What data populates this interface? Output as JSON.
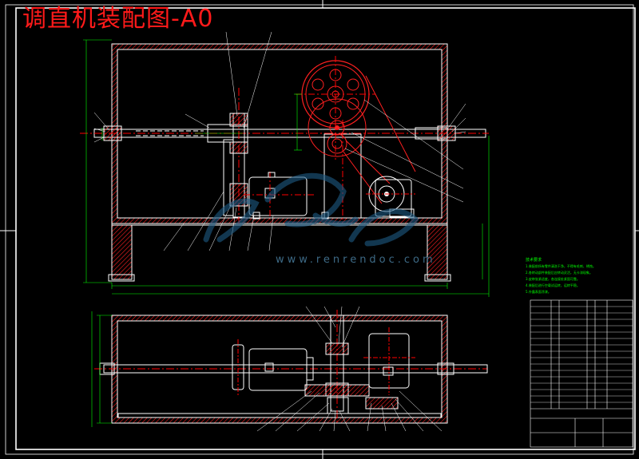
{
  "drawing": {
    "title": "调直机装配图-A0",
    "watermark": {
      "text": "www.renrendoc.com",
      "logo": "renrendoc-logo"
    },
    "technical_requirements": {
      "title": "技术要求",
      "lines": [
        "1.装配前所有零件清洗干净，不得有毛刺、锈蚀。",
        "2.各转动部件装配后应转动灵活，无卡滞现象。",
        "3.皮带张紧适度，各连接处紧固可靠。",
        "4.装配后进行空载试运转，运转平稳。",
        "5.外露表面涂漆。"
      ]
    },
    "colors": {
      "background": "#000000",
      "outline": "#ffffff",
      "centerline": "#ff0000",
      "dimension": "#00ff00",
      "hatch": "#ff0000",
      "title": "#ff1a1a",
      "watermark": "#1e5c86"
    }
  }
}
